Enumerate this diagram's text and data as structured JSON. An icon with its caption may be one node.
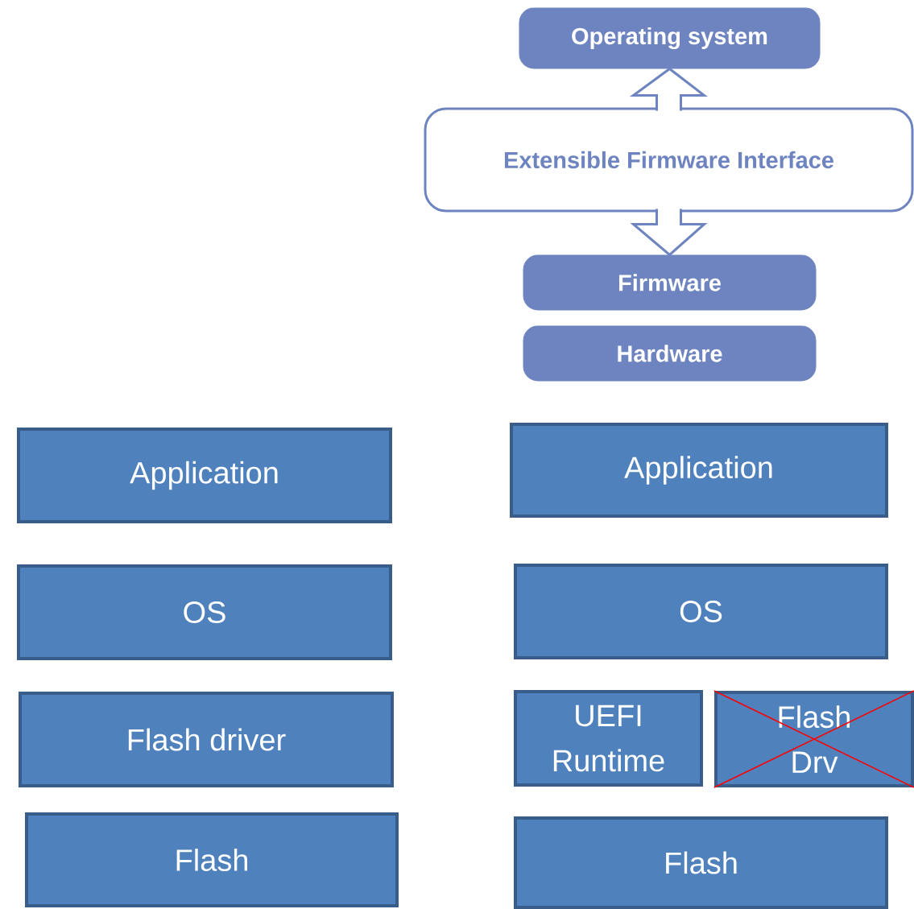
{
  "diagram": {
    "nodes": [
      {
        "text": [
          "Operating system"
        ]
      },
      {
        "text": [
          "Extensible Firmware Interface"
        ]
      },
      {
        "text": [
          "Firmware"
        ]
      },
      {
        "text": [
          "Hardware"
        ]
      },
      {
        "text": [
          "Application"
        ]
      },
      {
        "text": [
          "OS"
        ]
      },
      {
        "text": [
          "Flash driver"
        ]
      },
      {
        "text": [
          "Flash"
        ]
      },
      {
        "text": [
          "Application"
        ]
      },
      {
        "text": [
          "OS"
        ]
      },
      {
        "text": [
          "UEFI Runtime"
        ]
      },
      {
        "text": [
          "Flash Drv"
        ]
      },
      {
        "text": [
          "Flash"
        ]
      }
    ],
    "edges": [
      {
        "from": 1,
        "to": 0,
        "arrow": "to"
      },
      {
        "from": 1,
        "to": 2,
        "arrow": "to"
      }
    ]
  }
}
